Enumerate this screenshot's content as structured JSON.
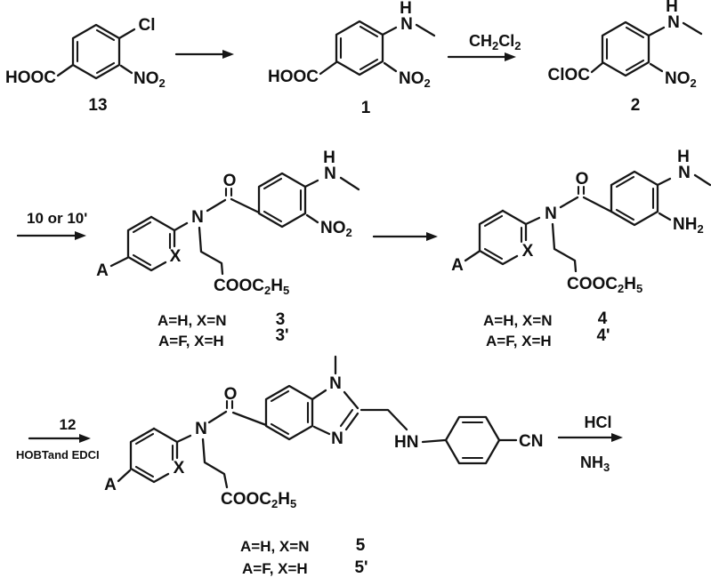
{
  "atoms": {
    "cl": "Cl",
    "hooc": "HOOC",
    "cloc": "ClOC",
    "n": "N",
    "h": "H",
    "o": "O",
    "a": "A",
    "x": "X",
    "hn": "HN",
    "cn": "CN",
    "no2": {
      "m": "NO",
      "s": "2"
    },
    "nh2": {
      "m": "NH",
      "s": "2"
    },
    "ester": {
      "p1": "COOC",
      "s1": "2",
      "p2": "H",
      "s2": "5"
    }
  },
  "reagents": {
    "ch2cl2": {
      "p1": "CH",
      "s1": "2",
      "p2": "Cl",
      "s2": "2"
    },
    "step3": "10 or 10'",
    "step5_top": "12",
    "step5_bottom": "HOBTand EDCI",
    "hcl": "HCl",
    "nh3": {
      "m": "NH",
      "s": "3"
    }
  },
  "compound_numbers": {
    "c13": "13",
    "c1": "1",
    "c2": "2",
    "c3": "3",
    "c3p": "3'",
    "c4": "4",
    "c4p": "4'",
    "c5": "5",
    "c5p": "5'"
  },
  "variants": {
    "l1": "A=H, X=N",
    "l2": "A=F, X=H"
  }
}
